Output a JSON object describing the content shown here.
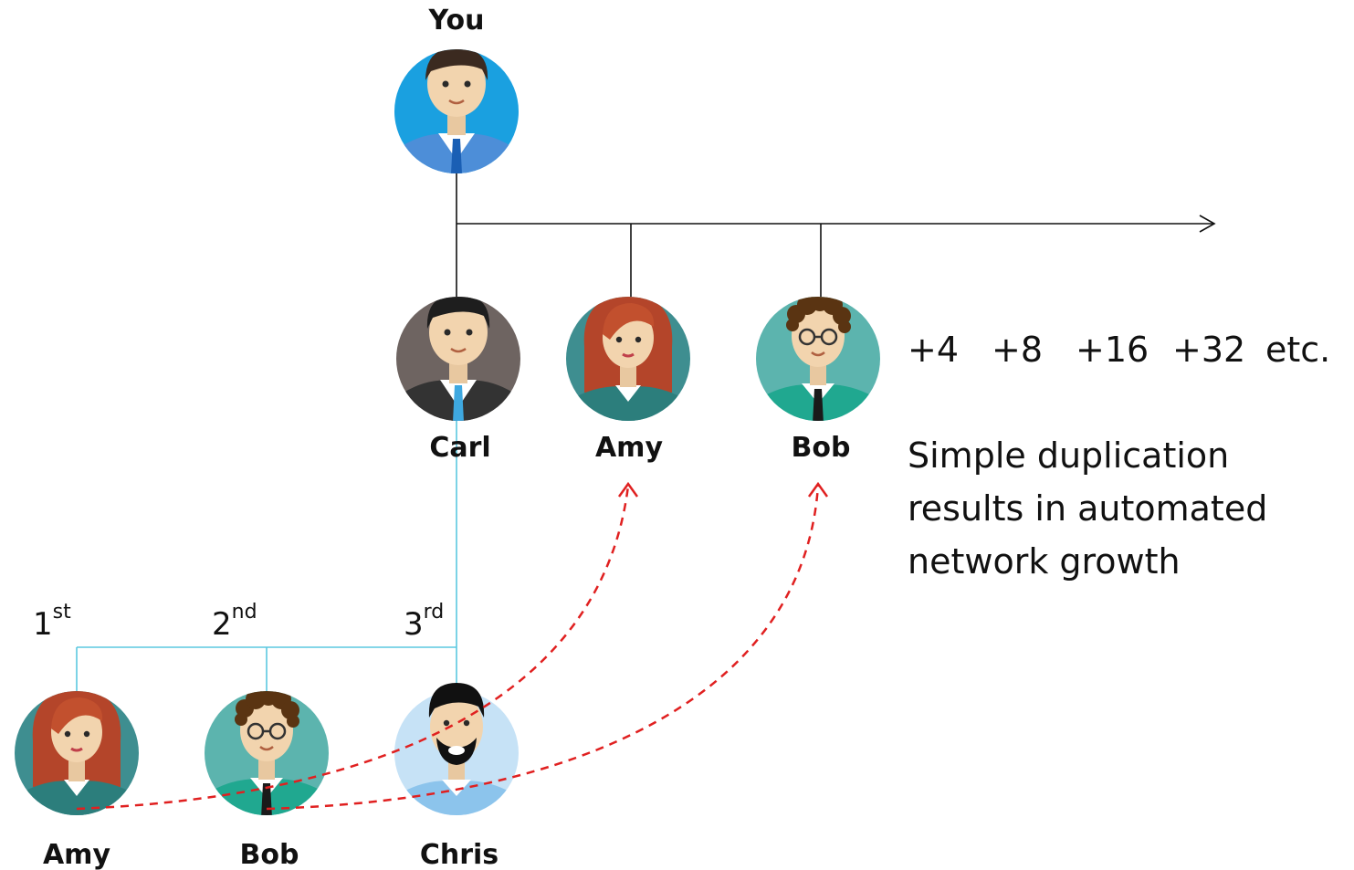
{
  "nodes": {
    "you": "You",
    "carl": "Carl",
    "amy_top": "Amy",
    "bob_top": "Bob",
    "amy_bottom": "Amy",
    "bob_bottom": "Bob",
    "chris": "Chris"
  },
  "ordinals": {
    "first": {
      "num": "1",
      "sup": "st"
    },
    "second": {
      "num": "2",
      "sup": "nd"
    },
    "third": {
      "num": "3",
      "sup": "rd"
    }
  },
  "growth_counts": [
    "+4",
    "+8",
    "+16",
    "+32",
    "etc."
  ],
  "description_lines": [
    "Simple duplication",
    "results in automated",
    "network growth"
  ],
  "colors": {
    "connector": "#111111",
    "sub_connector": "#5bc8e0",
    "dashed_arrow": "#e02020",
    "you_bg": "#1aa0e0",
    "carl_bg": "#6e6461",
    "amy_bg": "#3e8e90",
    "bob_bg": "#5cb4ae",
    "chris_bg": "#c6e2f6"
  },
  "icons": {
    "you": "man-blue-suit-avatar-icon",
    "carl": "man-dark-suit-avatar-icon",
    "amy": "red-haired-woman-avatar-icon",
    "bob": "curly-haired-man-glasses-avatar-icon",
    "chris": "bearded-man-avatar-icon"
  }
}
